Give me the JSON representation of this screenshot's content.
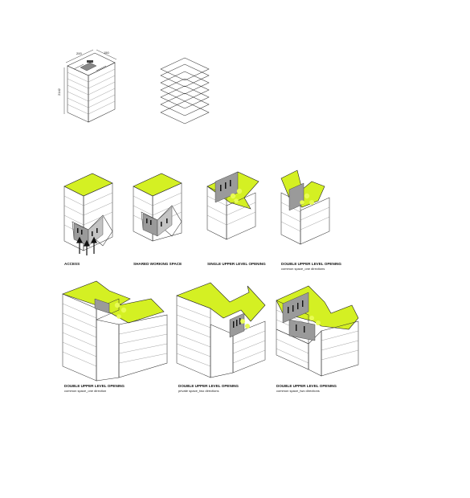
{
  "colors": {
    "accent": "#d4f023",
    "light": "#e8fb55",
    "stroke": "#222222",
    "shade": "#9a9a9a"
  },
  "dimensions": {
    "width": "200",
    "depth": "150",
    "height": "2142"
  },
  "stack_label": "",
  "diagrams": [
    {
      "label": "ACCESS",
      "caption": ""
    },
    {
      "label": "SHARED WORKING SPACE",
      "caption": ""
    },
    {
      "label": "SINGLE UPPER LEVEL OPENING",
      "caption": ""
    },
    {
      "label": "DOUBLE UPPER LEVEL OPENING",
      "caption": "common space_one directions"
    },
    {
      "label": "DOUBLE UPPER LEVEL OPENING",
      "caption": "common space_one direction"
    },
    {
      "label": "DOUBLE UPPER LEVEL OPENING",
      "caption": "private space_two directions"
    },
    {
      "label": "DOUBLE UPPER LEVEL OPENING",
      "caption": "common space_two directions"
    }
  ]
}
